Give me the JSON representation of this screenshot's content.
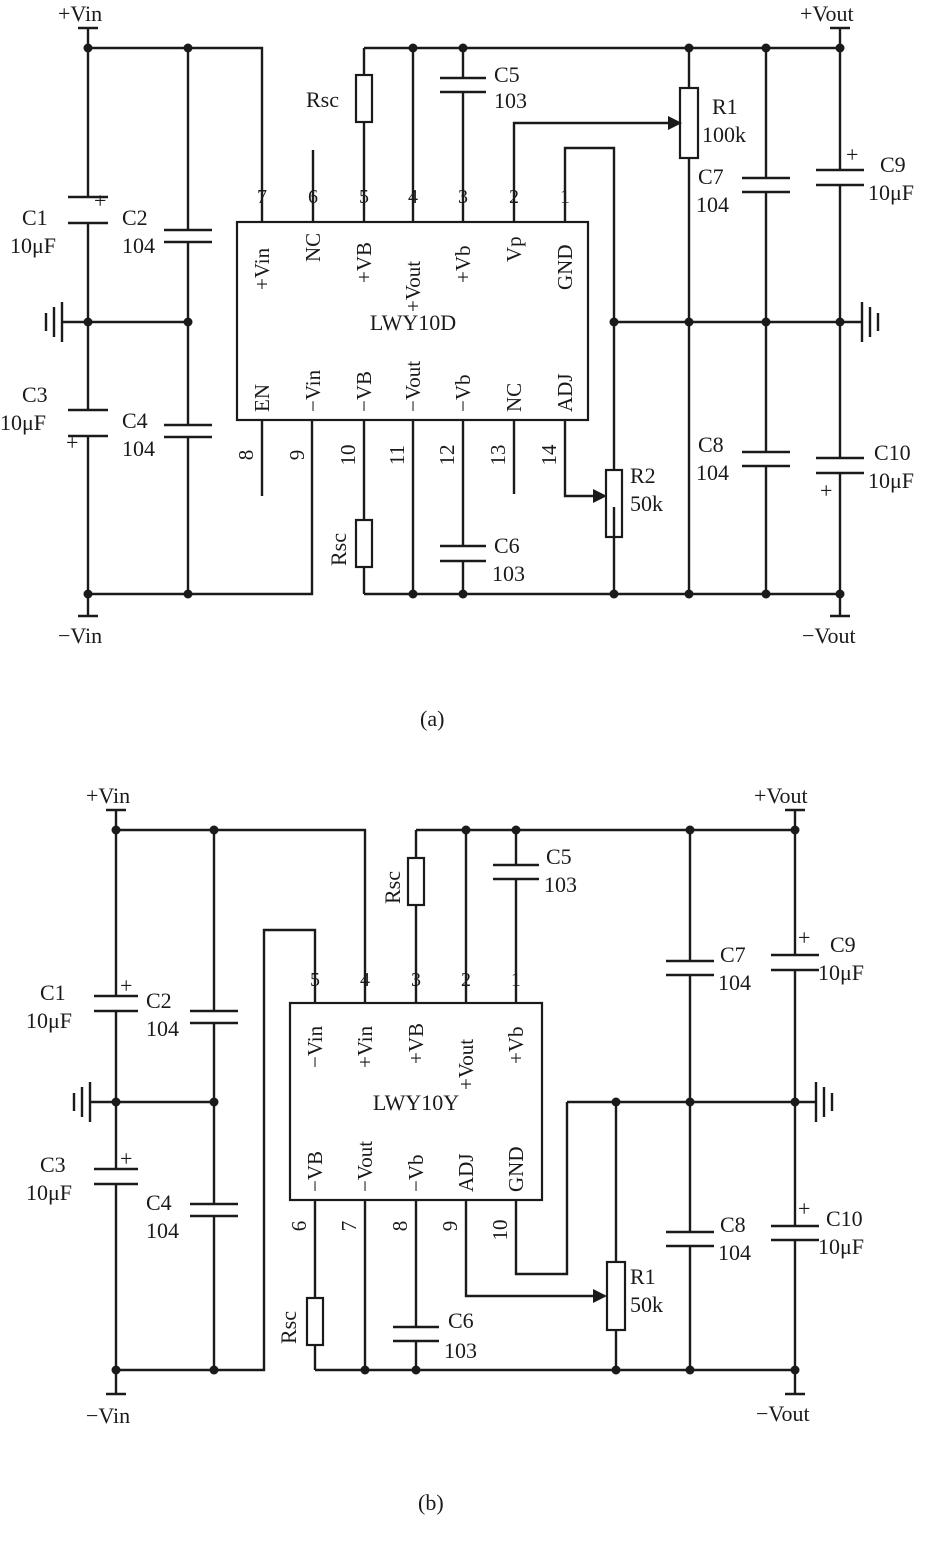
{
  "diagram": {
    "a": {
      "caption": "(a)",
      "chip": "LWY10D",
      "rail_vin_pos": "+Vin",
      "rail_vin_neg": "−Vin",
      "rail_vout_pos": "+Vout",
      "rail_vout_neg": "−Vout",
      "top_pins": [
        {
          "num": "7",
          "name": "+Vin"
        },
        {
          "num": "6",
          "name": "NC"
        },
        {
          "num": "5",
          "name": "+VB"
        },
        {
          "num": "4",
          "name": "+Vout"
        },
        {
          "num": "3",
          "name": "+Vb"
        },
        {
          "num": "2",
          "name": "Vp"
        },
        {
          "num": "1",
          "name": "GND"
        }
      ],
      "bottom_pins": [
        {
          "num": "8",
          "name": "EN"
        },
        {
          "num": "9",
          "name": "−Vin"
        },
        {
          "num": "10",
          "name": "−VB"
        },
        {
          "num": "11",
          "name": "−Vout"
        },
        {
          "num": "12",
          "name": "−Vb"
        },
        {
          "num": "13",
          "name": "NC"
        },
        {
          "num": "14",
          "name": "ADJ"
        }
      ],
      "components": {
        "c1": {
          "name": "C1",
          "value": "10μF"
        },
        "c2": {
          "name": "C2",
          "value": "104"
        },
        "c3": {
          "name": "C3",
          "value": "10μF"
        },
        "c4": {
          "name": "C4",
          "value": "104"
        },
        "c5": {
          "name": "C5",
          "value": "103"
        },
        "c6": {
          "name": "C6",
          "value": "103"
        },
        "c7": {
          "name": "C7",
          "value": "104"
        },
        "c8": {
          "name": "C8",
          "value": "104"
        },
        "c9": {
          "name": "C9",
          "value": "10μF"
        },
        "c10": {
          "name": "C10",
          "value": "10μF"
        },
        "r1": {
          "name": "R1",
          "value": "100k"
        },
        "r2": {
          "name": "R2",
          "value": "50k"
        },
        "rsc_top": "Rsc",
        "rsc_bottom": "Rsc"
      },
      "plus": "+"
    },
    "b": {
      "caption": "(b)",
      "chip": "LWY10Y",
      "rail_vin_pos": "+Vin",
      "rail_vin_neg": "−Vin",
      "rail_vout_pos": "+Vout",
      "rail_vout_neg": "−Vout",
      "top_pins": [
        {
          "num": "5",
          "name": "−Vin"
        },
        {
          "num": "4",
          "name": "+Vin"
        },
        {
          "num": "3",
          "name": "+VB"
        },
        {
          "num": "2",
          "name": "+Vout"
        },
        {
          "num": "1",
          "name": "+Vb"
        }
      ],
      "bottom_pins": [
        {
          "num": "6",
          "name": "−VB"
        },
        {
          "num": "7",
          "name": "−Vout"
        },
        {
          "num": "8",
          "name": "−Vb"
        },
        {
          "num": "9",
          "name": "ADJ"
        },
        {
          "num": "10",
          "name": "GND"
        }
      ],
      "components": {
        "c1": {
          "name": "C1",
          "value": "10μF"
        },
        "c2": {
          "name": "C2",
          "value": "104"
        },
        "c3": {
          "name": "C3",
          "value": "10μF"
        },
        "c4": {
          "name": "C4",
          "value": "104"
        },
        "c5": {
          "name": "C5",
          "value": "103"
        },
        "c6": {
          "name": "C6",
          "value": "103"
        },
        "c7": {
          "name": "C7",
          "value": "104"
        },
        "c8": {
          "name": "C8",
          "value": "104"
        },
        "c9": {
          "name": "C9",
          "value": "10μF"
        },
        "c10": {
          "name": "C10",
          "value": "10μF"
        },
        "r1": {
          "name": "R1",
          "value": "50k"
        },
        "rsc_top": "Rsc",
        "rsc_bottom": "Rsc"
      },
      "plus": "+"
    }
  }
}
